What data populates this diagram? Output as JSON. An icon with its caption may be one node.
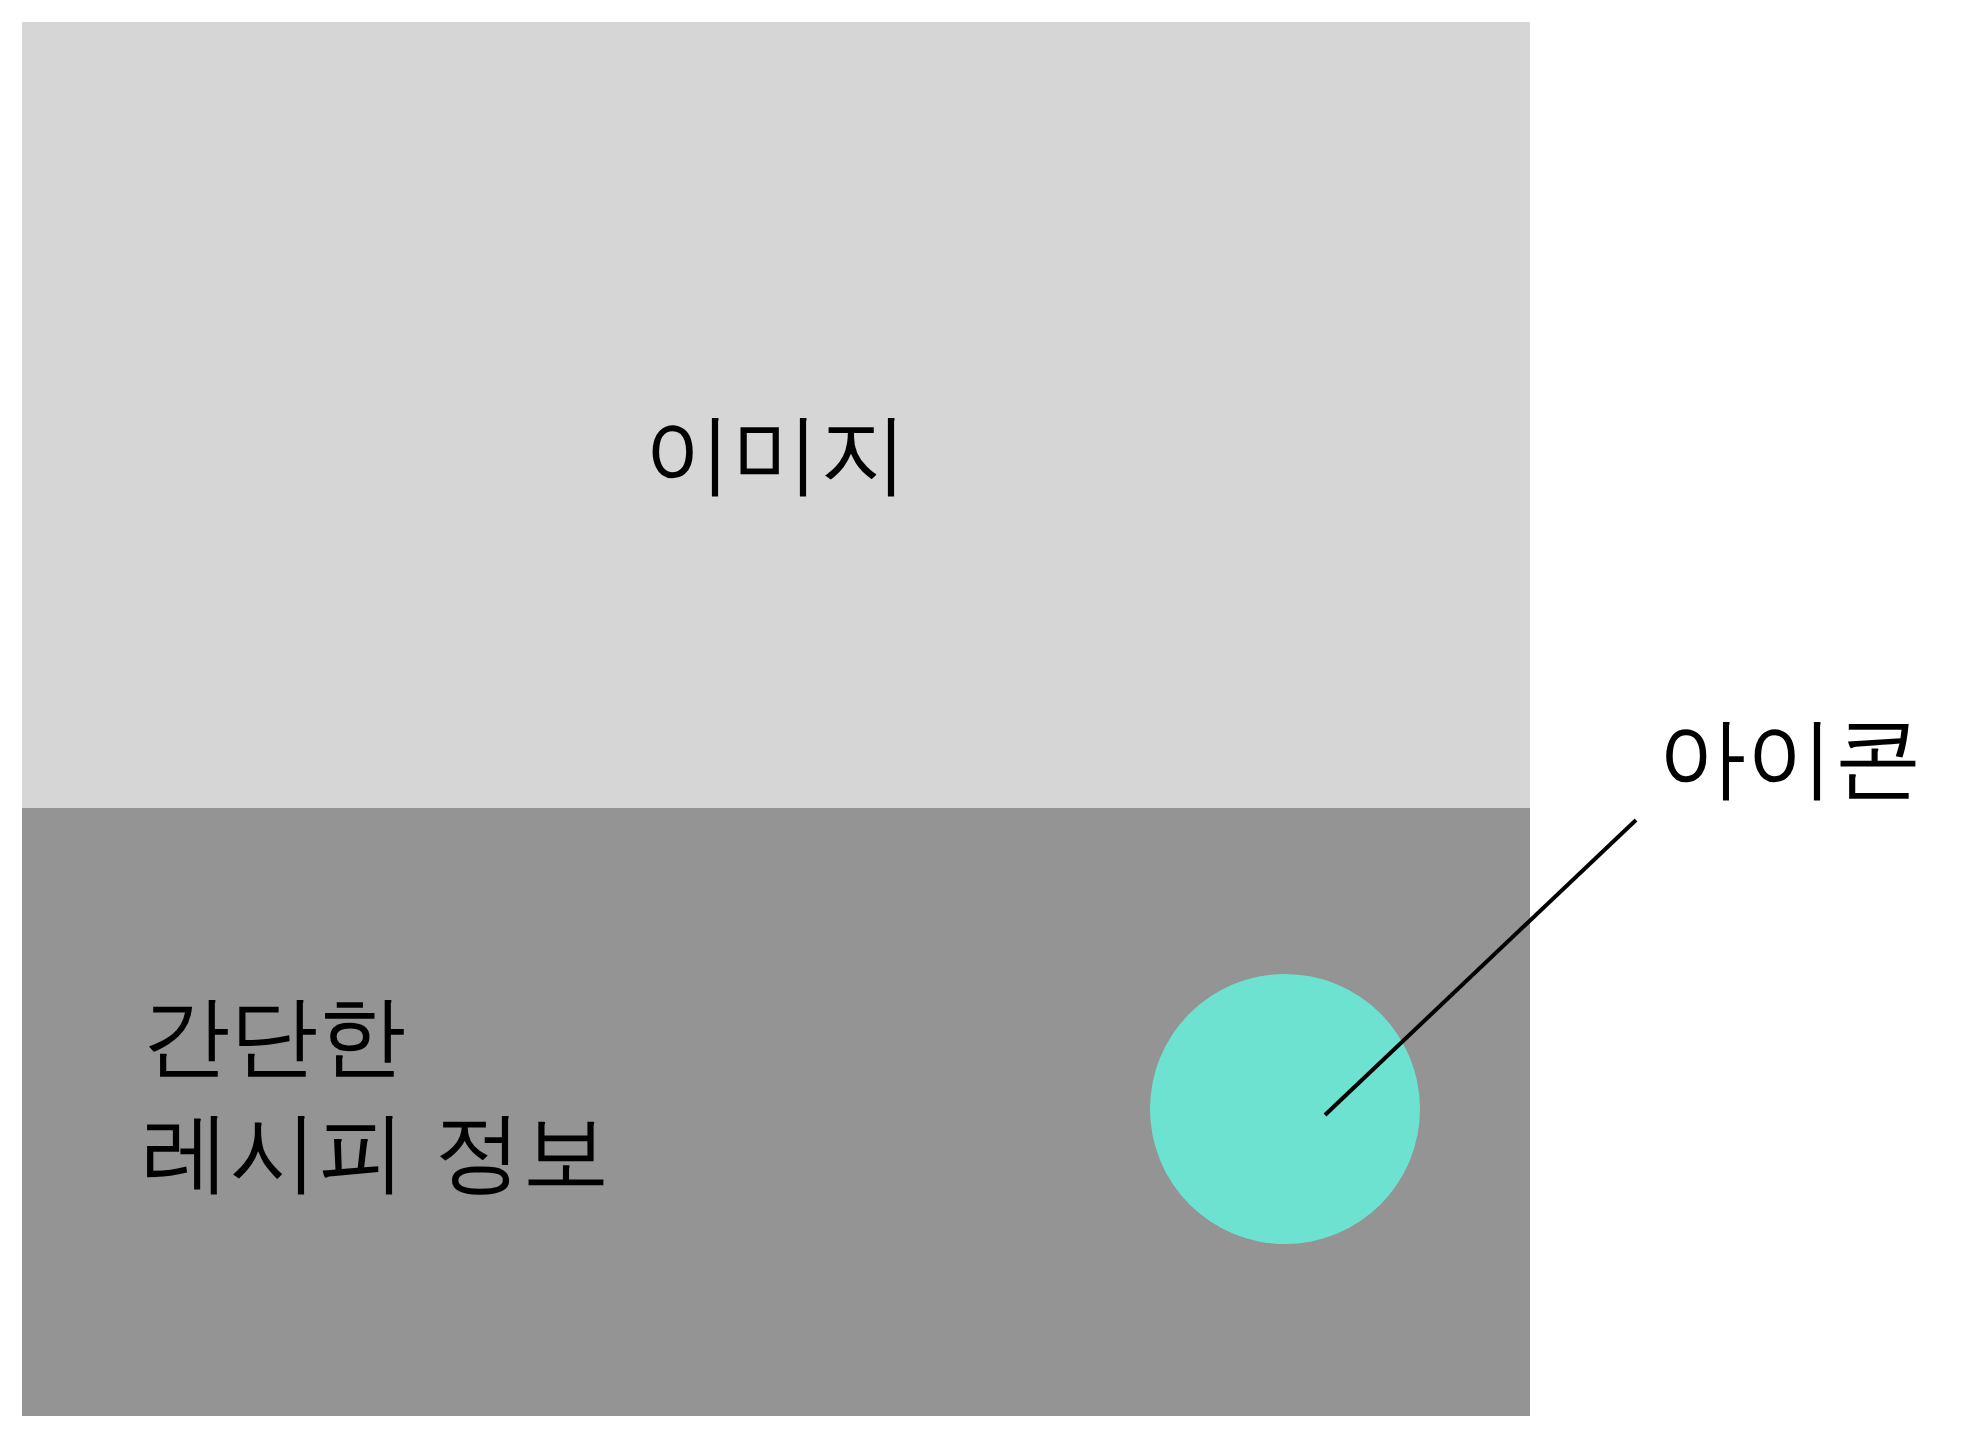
{
  "diagram": {
    "nodes": [
      {
        "text": [
          "이미지"
        ]
      },
      {
        "text": [
          "간단한 레시피 정보"
        ]
      },
      {
        "text": [],
        "shape": "circle",
        "in": 1
      },
      {
        "text": [
          "아이콘"
        ]
      }
    ],
    "edges": [
      {
        "from": 3,
        "to": 2,
        "arrow": "none"
      }
    ]
  }
}
